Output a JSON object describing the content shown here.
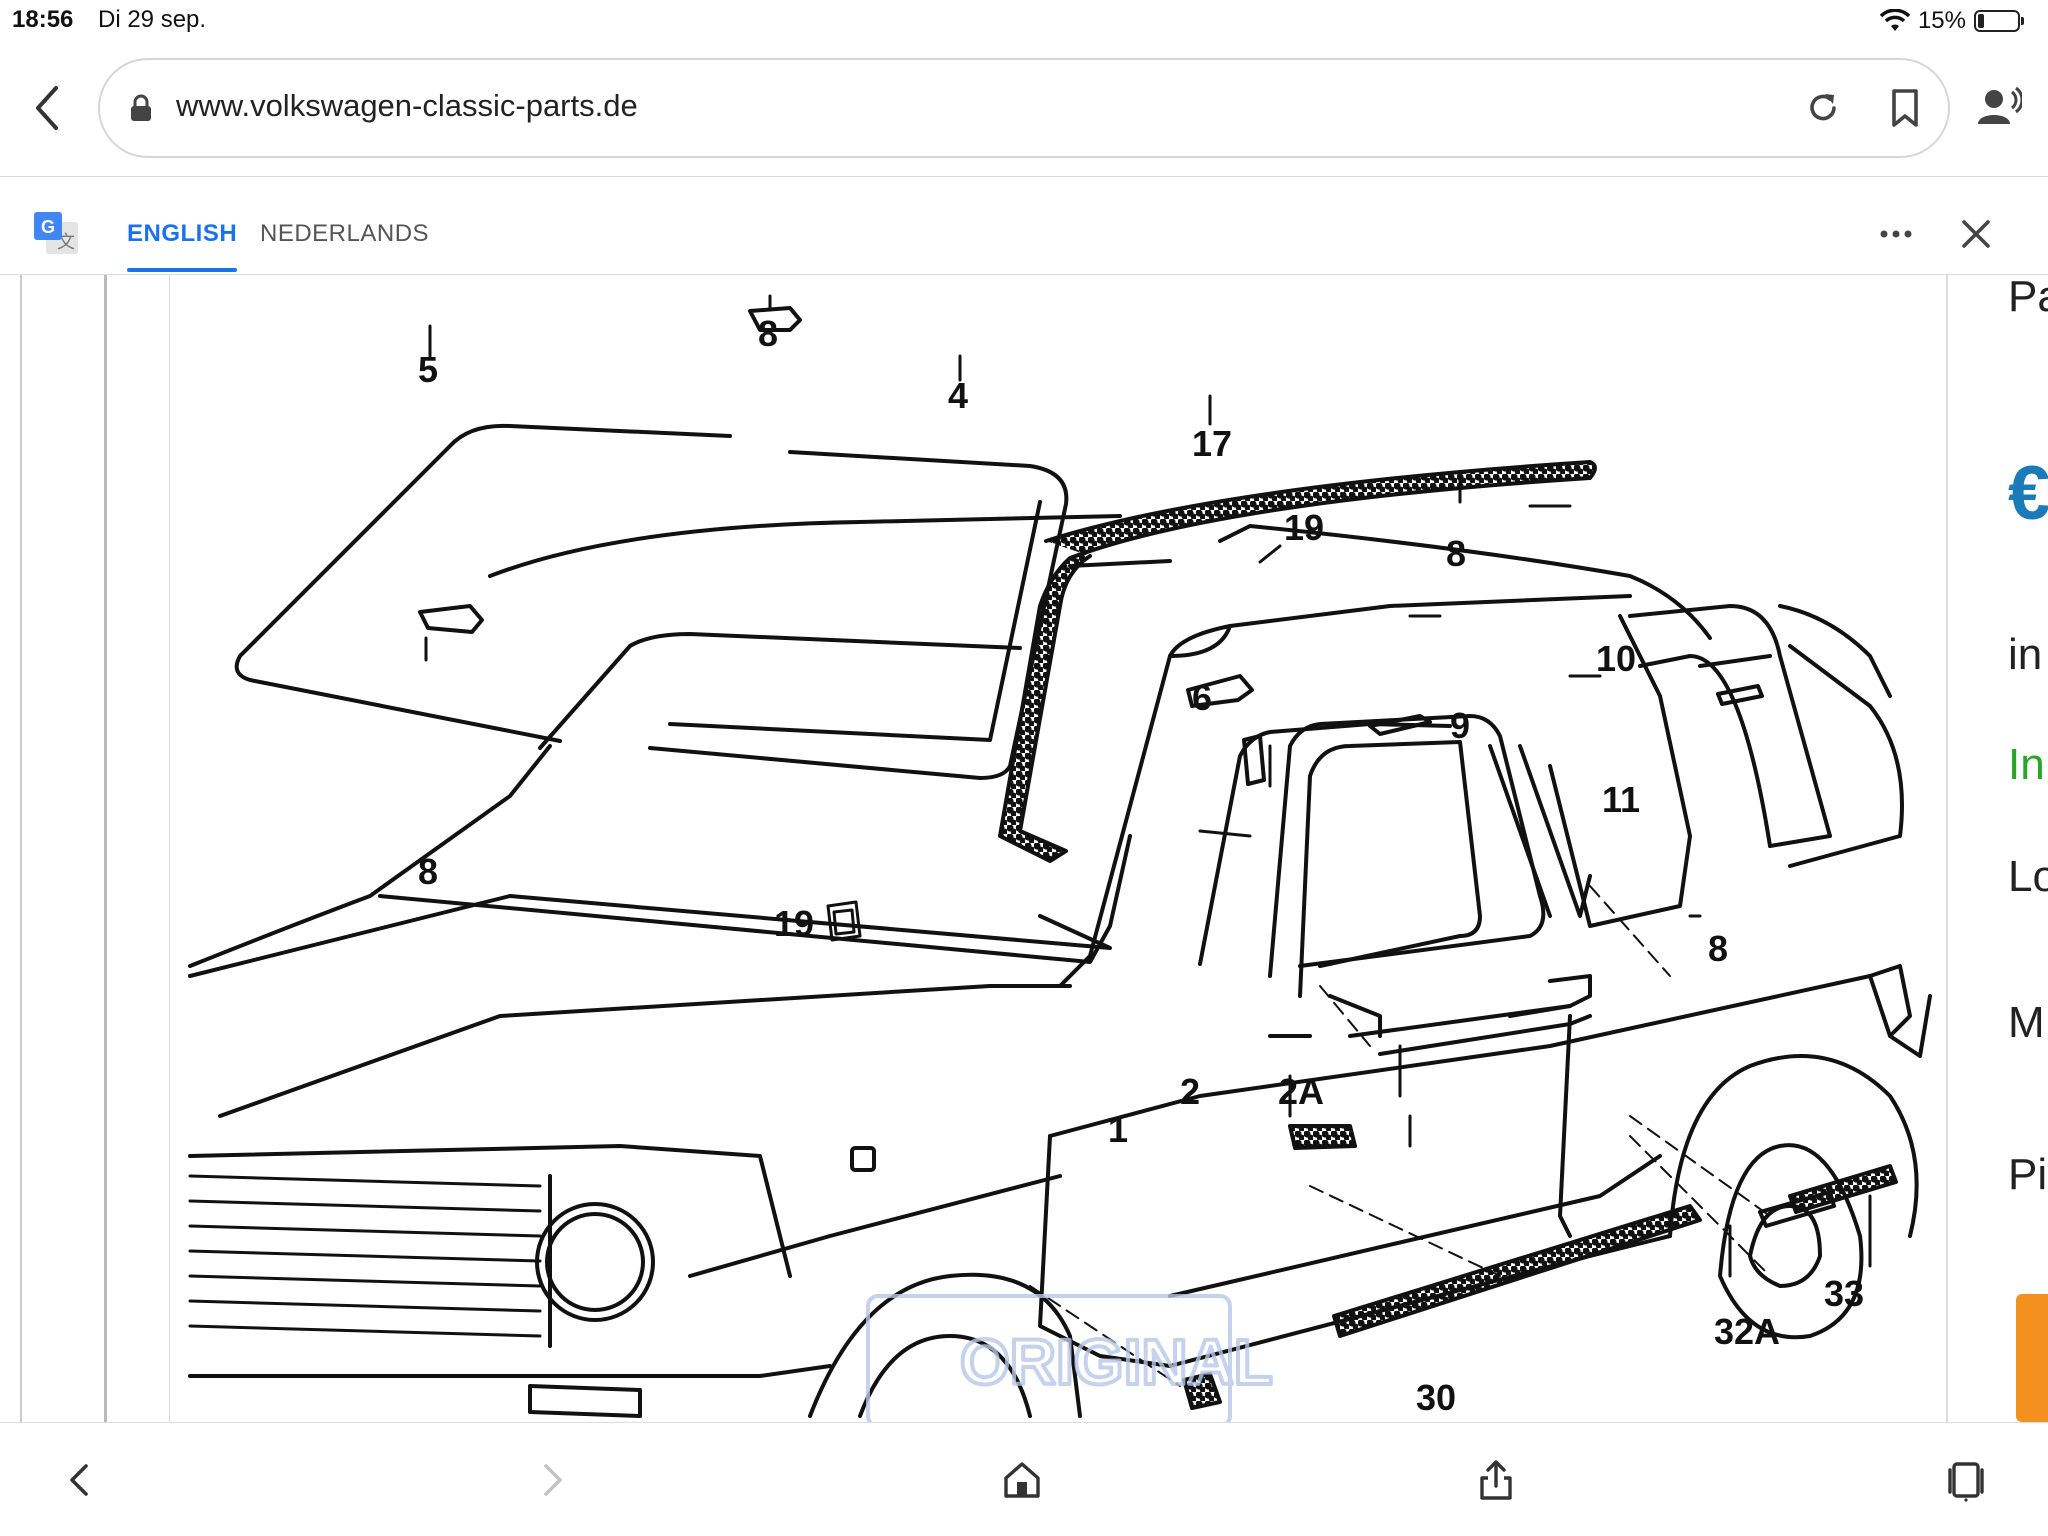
{
  "status_bar": {
    "time": "18:56",
    "date": "Di 29 sep.",
    "battery_percent": "15%",
    "battery_level": 0.15
  },
  "browser": {
    "url": "www.volkswagen-classic-parts.de"
  },
  "translate_bar": {
    "tab_english": "ENGLISH",
    "tab_nederlands": "NEDERLANDS",
    "active_tab": "ENGLISH",
    "accent_color": "#1a73e8"
  },
  "diagram": {
    "callouts": [
      "8",
      "5",
      "4",
      "17",
      "19",
      "8",
      "10",
      "6",
      "9",
      "11",
      "8",
      "8",
      "19",
      "1",
      "2",
      "2A",
      "33",
      "32A",
      "30"
    ],
    "watermark": "ORIGINAL"
  },
  "sidebar_partial": {
    "line1": "Pa",
    "price": "€",
    "line2": "in",
    "line3": "In",
    "line4": "Lo",
    "line5": "M",
    "line6": "Pi",
    "price_color": "#1a7bb8",
    "stock_color": "#2aa52a",
    "button_color": "#f3901e"
  },
  "icons": {
    "back": "chevron-left-icon",
    "lock": "lock-icon",
    "reload": "reload-icon",
    "bookmark": "bookmark-icon",
    "reader": "account-voice-icon",
    "translate": "google-translate-icon",
    "more": "more-horizontal-icon",
    "close": "close-icon",
    "home": "home-icon",
    "share": "share-icon",
    "tabs": "tabs-icon"
  }
}
